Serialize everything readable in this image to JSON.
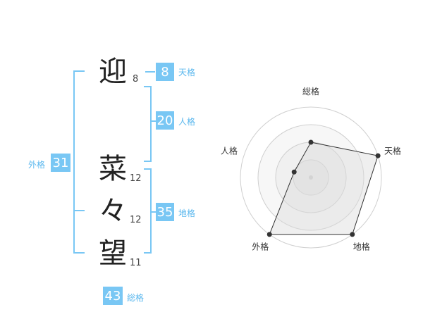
{
  "name": [
    {
      "char": "迎",
      "strokes": "8"
    },
    {
      "char": "菜",
      "strokes": "12"
    },
    {
      "char": "々",
      "strokes": "12"
    },
    {
      "char": "望",
      "strokes": "11"
    }
  ],
  "kakusu": {
    "tenkaku": {
      "value": "8",
      "label": "天格"
    },
    "jinkaku": {
      "value": "20",
      "label": "人格"
    },
    "chikaku": {
      "value": "35",
      "label": "地格"
    },
    "gaikaku": {
      "value": "31",
      "label": "外格"
    },
    "soukaku": {
      "value": "43",
      "label": "総格"
    }
  },
  "colors": {
    "accent": "#79c7f4",
    "accent_text": "#5cb8ee"
  },
  "chart_data": {
    "type": "radar",
    "axes": [
      "総格",
      "天格",
      "地格",
      "外格",
      "人格"
    ],
    "rings": 4,
    "values": [
      2,
      4,
      4,
      4,
      1
    ],
    "max": 4
  }
}
